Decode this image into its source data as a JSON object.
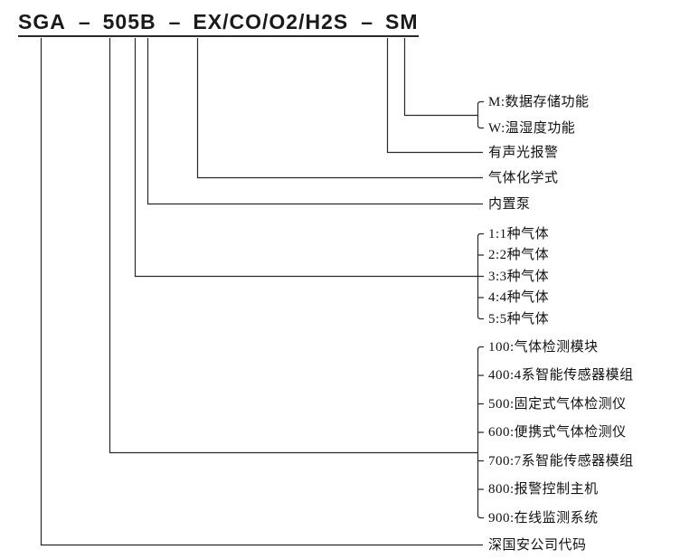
{
  "colors": {
    "line": "#2a2a2a",
    "text": "#111111",
    "background": "#ffffff"
  },
  "model_code": {
    "segments": [
      "SGA",
      "505B",
      "EX/CO/O2/H2S",
      "SM"
    ],
    "separator": "–"
  },
  "legend": {
    "suffix_options": [
      "M:数据存储功能",
      "W:温湿度功能"
    ],
    "alarm": "有声光报警",
    "gas_formula": "气体化学式",
    "builtin_pump": "内置泵",
    "gas_count_options": [
      "1:1种气体",
      "2:2种气体",
      "3:3种气体",
      "4:4种气体",
      "5:5种气体"
    ],
    "series_options": [
      "100:气体检测模块",
      "400:4系智能传感器模组",
      "500:固定式气体检测仪",
      "600:便携式气体检测仪",
      "700:7系智能传感器模组",
      "800:报警控制主机",
      "900:在线监测系统"
    ],
    "company_code": "深国安公司代码"
  }
}
